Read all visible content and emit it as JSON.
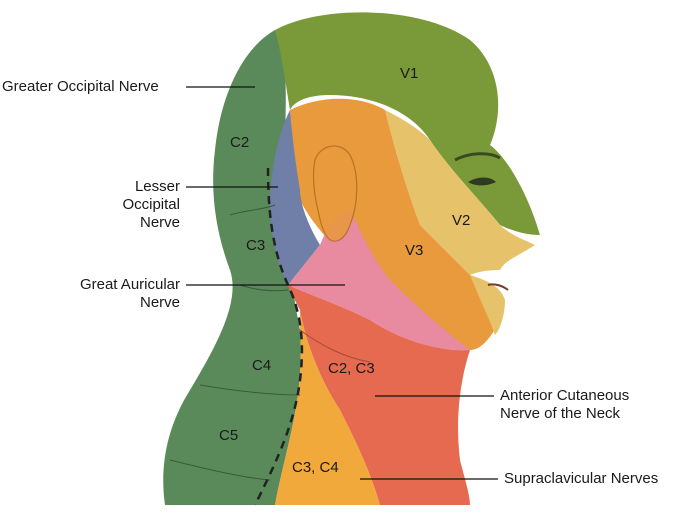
{
  "labels": {
    "greater_occipital": "Greater Occipital Nerve",
    "lesser_occipital": [
      "Lesser",
      "Occipital",
      "Nerve"
    ],
    "great_auricular": [
      "Great Auricular",
      "Nerve"
    ],
    "anterior_cutaneous": [
      "Anterior Cutaneous",
      "Nerve of the Neck"
    ],
    "supraclavicular": "Supraclavicular Nerves"
  },
  "zones": {
    "v1": "V1",
    "v2": "V2",
    "v3": "V3",
    "c2_back": "C2",
    "c3_back": "C3",
    "c4": "C4",
    "c5": "C5",
    "c2_c3": "C2, C3",
    "c3_c4": "C3, C4"
  },
  "colors": {
    "v1": "#7a9a3a",
    "v2": "#e6c26a",
    "v3": "#e89a3c",
    "occipital_green": "#5b8a5a",
    "lesser_occipital_blue": "#6f7fa8",
    "great_auricular_pink": "#e88aa0",
    "anterior_neck_red": "#e56a4f",
    "supraclavicular_orange": "#f0a93a"
  }
}
